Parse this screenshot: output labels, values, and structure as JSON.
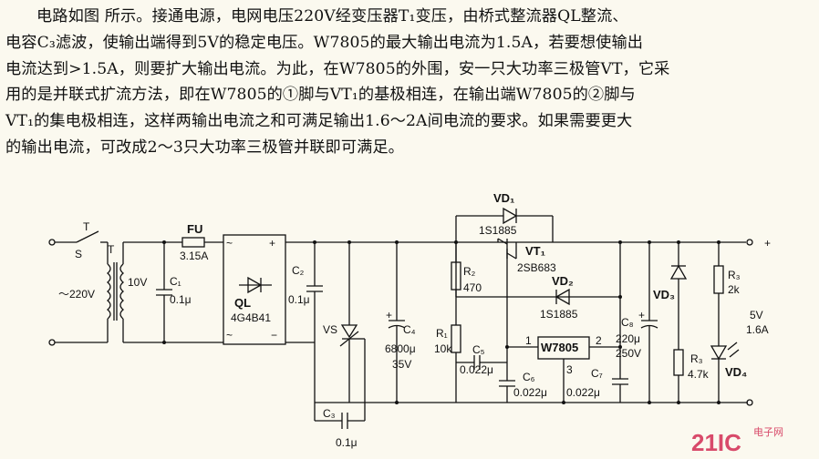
{
  "description_lines": [
    "电路如图    所示。接通电源，电网电压220V经变压器T₁变压，由桥式整流器QL整流、",
    "电容C₃滤波，使输出端得到5V的稳定电压。W7805的最大输出电流为1.5A，若要想使输出",
    "电流达到>1.5A，则要扩大输出电流。为此，在W7805的外围，安一只大功率三极管VT，它采",
    "用的是并联式扩流方法，即在W7805的①脚与VT₁的基极相连，在输出端W7805的②脚与",
    "VT₁的集电极相连，这样两输出电流之和可满足输出1.6～2A间电流的要求。如果需要更大",
    "的输出电流，可改成2～3只大功率三极管并联即可满足。"
  ],
  "labels": {
    "switch": "S",
    "switch_t": "T",
    "transformer": "T",
    "mains": "～220V",
    "secondary": "10V",
    "fuse": "FU",
    "fuse_rating": "3.15A",
    "c1": "C₁",
    "c1_val": "0.1μ",
    "bridge": "QL",
    "bridge_part": "4G4B41",
    "bridge_ac1": "~",
    "bridge_plus": "+",
    "bridge_ac2": "~",
    "bridge_minus": "−",
    "c2": "C₂",
    "c2_val": "0.1μ",
    "vs": "VS",
    "c3": "C₃",
    "c3_val": "0.1μ",
    "c4": "C₄",
    "c4_val": "6800μ",
    "c4_v": "35V",
    "r1": "R₁",
    "r1_val": "10k",
    "r2": "R₂",
    "r2_val": "470",
    "vd1": "VD₁",
    "vd1_part": "1S1885",
    "vt1": "VT₁",
    "vt1_part": "2SB683",
    "vd2": "VD₂",
    "vd2_part": "1S1885",
    "c5": "C₅",
    "c5_val": "0.022μ",
    "ic": "W7805",
    "pin1": "1",
    "pin2": "2",
    "pin3": "3",
    "c6": "C₆",
    "c6_val": "0.022μ",
    "c7": "C₇",
    "c7_val": "0.022μ",
    "c8": "C₈",
    "c8_val": "220μ",
    "c8_v": "250V",
    "vd3": "VD₃",
    "r3a": "R₃",
    "r3a_val": "2k",
    "r3b": "R₃",
    "r3b_val": "4.7k",
    "vd4": "VD₄",
    "out_plus": "+",
    "out_v": "5V",
    "out_a": "1.6A",
    "watermark_main": "21IC",
    "watermark_sub": "电子网"
  }
}
